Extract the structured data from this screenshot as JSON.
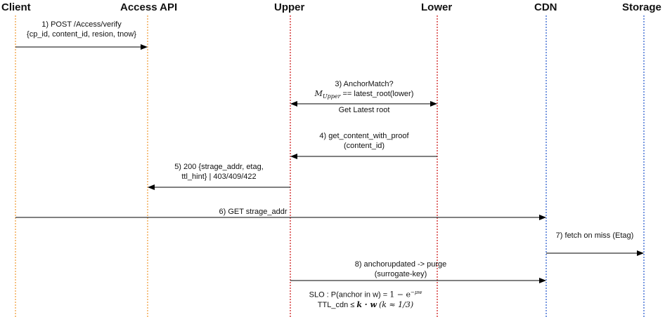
{
  "actors": {
    "client": "Client",
    "access_api": "Access API",
    "upper": "Upper",
    "lower": "Lower",
    "cdn": "CDN",
    "storage": "Storage"
  },
  "lifeline_colors": {
    "client": "#f0a040",
    "access_api": "#f0a040",
    "upper": "#d02020",
    "lower": "#d02020",
    "cdn": "#3060d0",
    "storage": "#3060d0"
  },
  "messages": {
    "m1": {
      "line1": "1) POST /Access/verify",
      "line2": "{cp_id, content_id, resion, tnow}"
    },
    "m3": {
      "line1": "3) AnchorMatch?",
      "m_symbol": "M",
      "m_sub": "Upper",
      "line2_rest": " == latest_root(lower)",
      "line3": "Get Latest root"
    },
    "m4": {
      "line1": "4) get_content_with_proof",
      "line2": "(content_id)"
    },
    "m5": {
      "line1": "5) 200 {strage_addr, etag,",
      "line2": "ttl_hint} | 403/409/422"
    },
    "m6": {
      "line1": "6) GET strage_addr"
    },
    "m7": {
      "line1": "7) fetch on miss (Etag)"
    },
    "m8": {
      "line1": "8) anchorupdated -> purge",
      "line2": "(surrogate-key)"
    },
    "slo": {
      "line1_prefix": "SLO : P(anchor in w) = ",
      "line1_math": "1 − e",
      "line1_sup": "−μw",
      "line2_prefix": "TTL_cdn ≤ ",
      "line2_math": "k · w",
      "line2_paren": "(k ≈ 1/3)"
    }
  }
}
